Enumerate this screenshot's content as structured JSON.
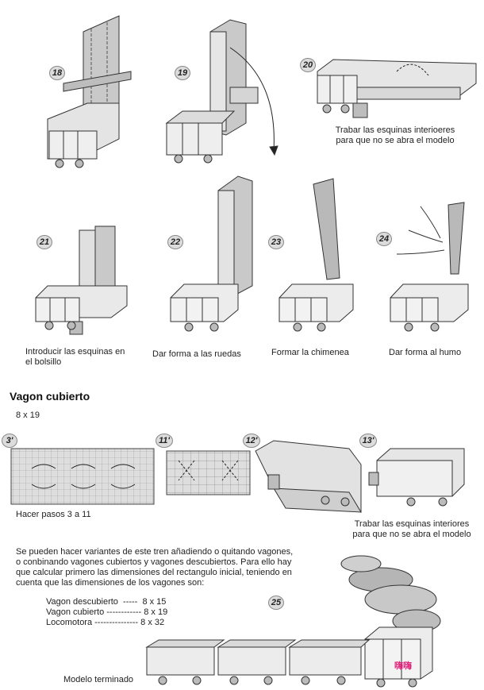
{
  "steps_top": [
    {
      "num": "18"
    },
    {
      "num": "19"
    },
    {
      "num": "20"
    },
    {
      "num": "21"
    },
    {
      "num": "22"
    },
    {
      "num": "23"
    },
    {
      "num": "24"
    }
  ],
  "captions": {
    "step20": "Trabar las esquinas interioeres\npara que no se abra el modelo",
    "step21": "Introducir las esquinas en\nel bolsillo",
    "step22": "Dar forma a las ruedas",
    "step23": "Formar la chimenea",
    "step24": "Dar forma al humo"
  },
  "section": {
    "title": "Vagon cubierto",
    "size": "8 x 19"
  },
  "steps_bottom": [
    {
      "num": "3'"
    },
    {
      "num": "11'"
    },
    {
      "num": "12'"
    },
    {
      "num": "13'"
    }
  ],
  "captions_bottom": {
    "step3": "Hacer pasos 3 a 11",
    "step13": "Trabar las esquinas interiores\npara que no se abra el modelo"
  },
  "notes": {
    "paragraph": "Se pueden hacer variantes de este tren añadiendo o quitando vagones,\no conbinando vagones cubiertos y vagones descubiertos. Para ello hay\nque calcular primero las dimensiones del rectangulo inicial, teniendo en\ncuenta que las dimensiones de los vagones son:",
    "dims": [
      {
        "label": "Vagon descubierto  -----  8 x 15"
      },
      {
        "label": "Vagon cubierto ------------ 8 x 19"
      },
      {
        "label": "Locomotora --------------- 8 x 32"
      }
    ]
  },
  "final": {
    "num": "25",
    "caption": "Modelo terminado",
    "signature": "嗨嗨"
  }
}
